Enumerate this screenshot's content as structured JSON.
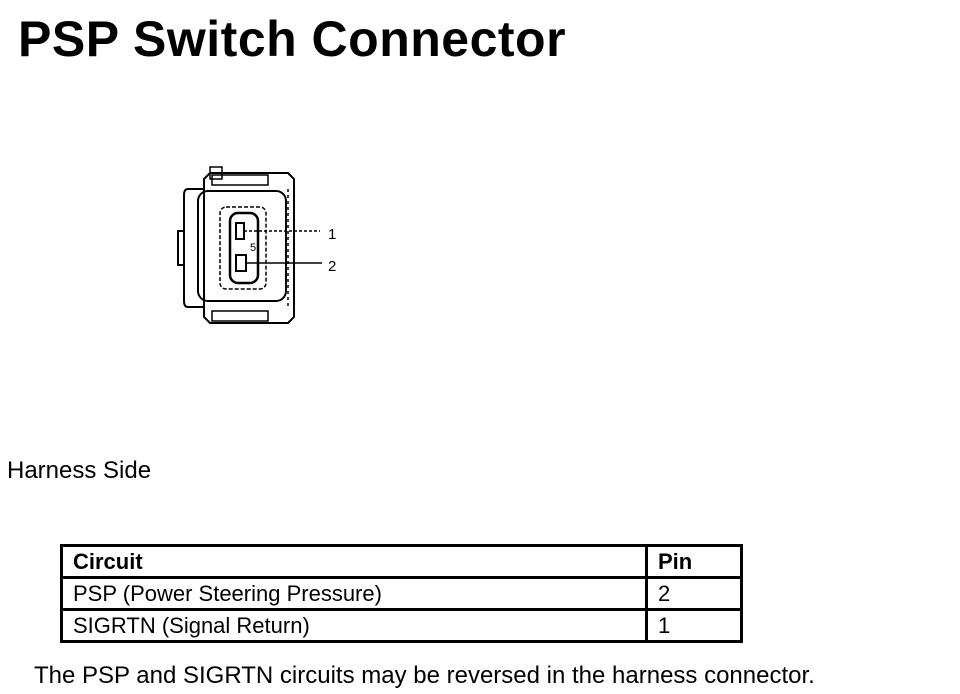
{
  "page": {
    "title": "PSP Switch Connector",
    "harness_label": "Harness Side",
    "note": "The PSP and SIGRTN circuits may be reversed in the harness connector."
  },
  "connector": {
    "pin_labels": [
      "1",
      "2"
    ],
    "mark_label": "5"
  },
  "table": {
    "headers": {
      "circuit": "Circuit",
      "pin": "Pin"
    },
    "rows": [
      {
        "circuit": "PSP (Power Steering Pressure)",
        "pin": "2"
      },
      {
        "circuit": "SIGRTN (Signal Return)",
        "pin": "1"
      }
    ]
  }
}
